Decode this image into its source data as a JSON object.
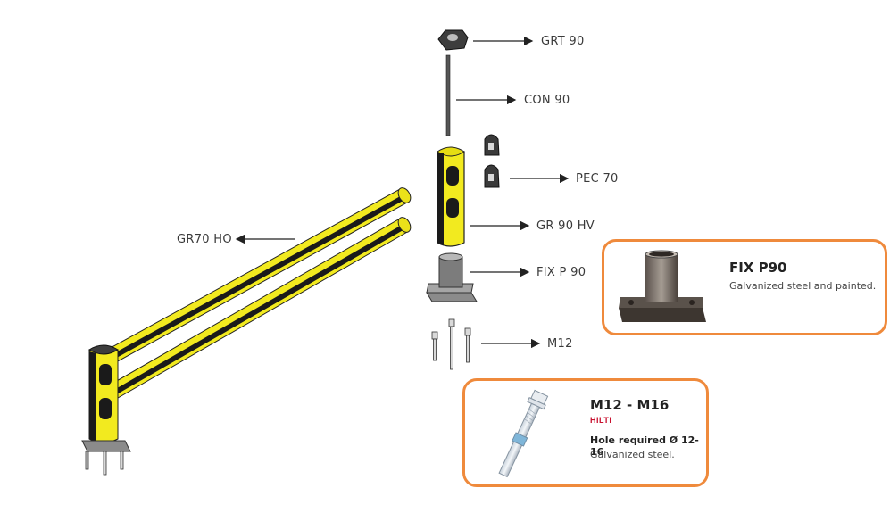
{
  "callouts": {
    "grt90": "GRT 90",
    "con90": "CON 90",
    "pec70": "PEC 70",
    "gr90hv": "GR 90 HV",
    "fixp90": "FIX P 90",
    "m12": "M12",
    "gr70ho": "GR70 HO"
  },
  "fix_box": {
    "title": "FIX P90",
    "description": "Galvanized steel and painted."
  },
  "anchor_box": {
    "title": "M12 - M16",
    "brand": "HILTI",
    "hole": "Hole required Ø 12-16",
    "description": "Galvanized steel."
  },
  "colors": {
    "accent_border": "#ef8a3c",
    "barrier_yellow": "#f2ea1f",
    "stripe_black": "#1a1a1a",
    "steel_grey": "#8a8a8a",
    "brand_red": "#c8102e"
  }
}
